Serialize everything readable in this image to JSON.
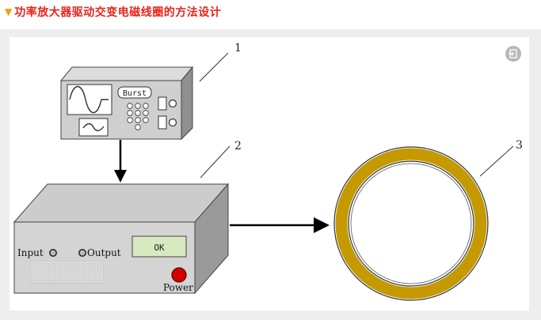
{
  "header": {
    "marker": "▼",
    "title": "功率放大器驱动交变电磁线圈的方法设计"
  },
  "diagram": {
    "callouts": {
      "generator": "1",
      "amplifier": "2",
      "coil": "3"
    },
    "generator": {
      "burst_label": "Burst"
    },
    "amplifier": {
      "input_label": "Input",
      "output_label": "Output",
      "display_text": "OK",
      "power_label": "Power"
    }
  },
  "colors": {
    "title_red": "#e8231a",
    "title_marker": "#f2a100",
    "coil_gold": "#c49a00",
    "power_red": "#d40000",
    "display_green": "#d8e8c0",
    "device_gray": "#cccccc",
    "device_side": "#999999"
  },
  "icons": {
    "header": "triangle-down-icon",
    "corner": "exit-icon"
  }
}
